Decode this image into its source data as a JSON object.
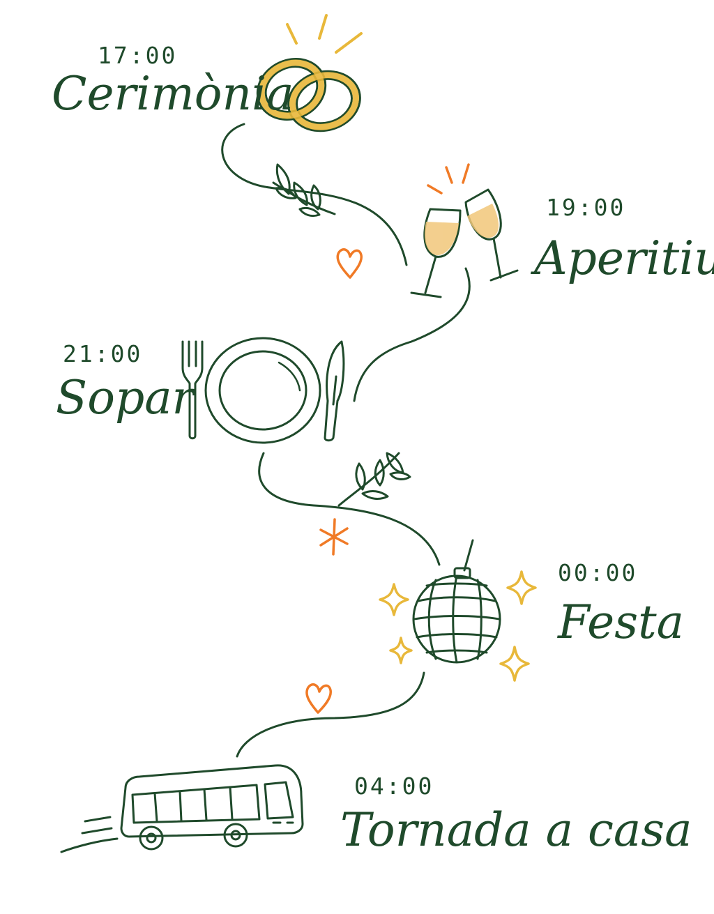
{
  "events": [
    {
      "time": "17:00",
      "name": "Cerimònia",
      "icon": "rings-icon"
    },
    {
      "time": "19:00",
      "name": "Aperitiu",
      "icon": "champagne-glasses-icon"
    },
    {
      "time": "21:00",
      "name": "Sopar",
      "icon": "plate-cutlery-icon"
    },
    {
      "time": "00:00",
      "name": "Festa",
      "icon": "disco-ball-icon"
    },
    {
      "time": "04:00",
      "name": "Tornada a casa",
      "icon": "bus-icon"
    }
  ],
  "colors": {
    "ink": "#1f4a2b",
    "gold": "#e8b83a",
    "orange": "#f07a26",
    "champagne": "#f1c77a"
  }
}
